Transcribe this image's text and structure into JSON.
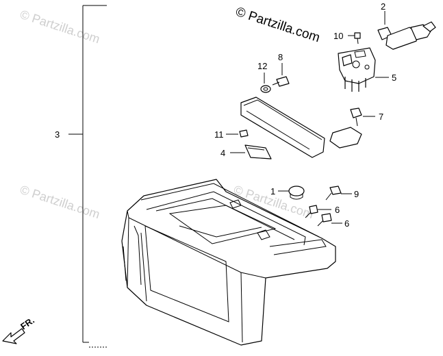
{
  "watermarks": {
    "top_left": "© Partzilla.com",
    "middle_left": "© Partzilla.com",
    "middle_right": "© Partzilla.com"
  },
  "copyright": "© Partzilla.com",
  "direction_label": "FR.",
  "callouts": {
    "c1": "1",
    "c2": "2",
    "c3": "3",
    "c4": "4",
    "c5": "5",
    "c6a": "6",
    "c6b": "6",
    "c7": "7",
    "c8": "8",
    "c9": "9",
    "c10": "10",
    "c11": "11",
    "c12": "12"
  }
}
